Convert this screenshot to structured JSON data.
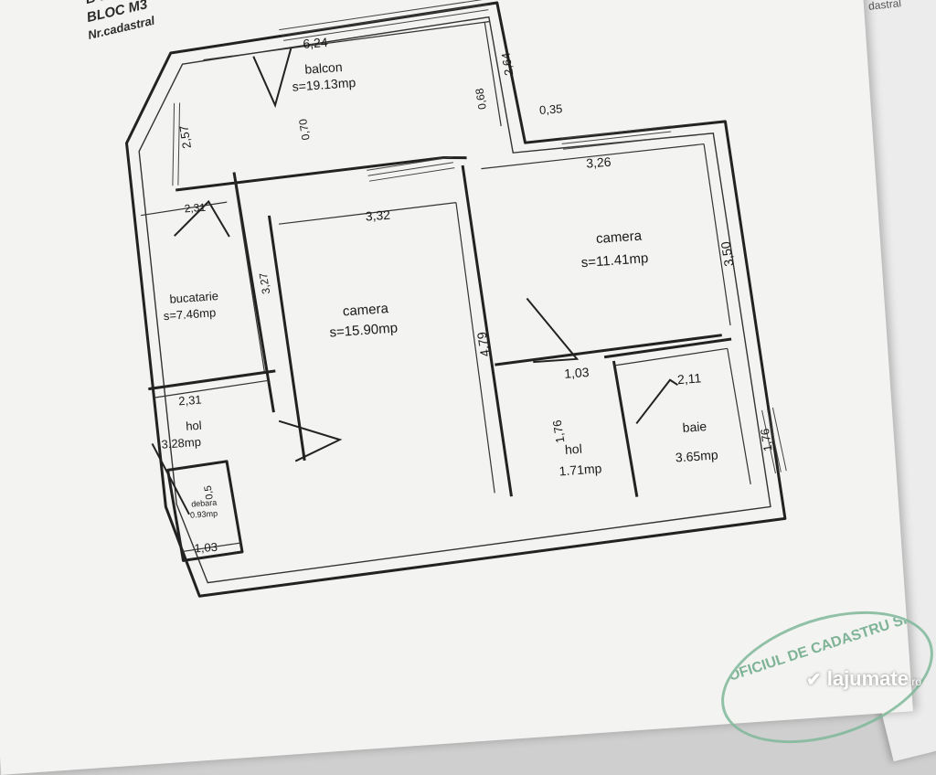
{
  "header": {
    "line1": "B-DU",
    "line2": "BLOC M3",
    "line3": "Nr.cadastral",
    "right_fragment": "dastral"
  },
  "rooms": {
    "balcon": {
      "name": "balcon",
      "area": "s=19.13mp"
    },
    "bucatarie": {
      "name": "bucatarie",
      "area": "s=7.46mp"
    },
    "camera_mare": {
      "name": "camera",
      "area": "s=15.90mp"
    },
    "camera_mica": {
      "name": "camera",
      "area": "s=11.41mp"
    },
    "hol_stanga": {
      "name": "hol",
      "area": "3.28mp"
    },
    "hol_dreapta": {
      "name": "hol",
      "area": "1.71mp"
    },
    "baie": {
      "name": "baie",
      "area": "3.65mp"
    },
    "debara": {
      "name": "debara",
      "area": "0.93mp"
    }
  },
  "dimensions": {
    "balcon_width": "6,24",
    "balcon_height_right": "2,64",
    "balcon_left": "2,57",
    "balcon_inner": "0,70",
    "balcon_step": "0,68",
    "balcon_offset": "0,35",
    "kitchen_width": "2,31",
    "kitchen_height": "3,27",
    "living_width": "3,32",
    "living_height": "4,79",
    "room_width": "3,26",
    "room_height": "3,50",
    "hall_left_width": "2,31",
    "storage_width": "1,03",
    "storage_height": "0,5",
    "hall_right_width": "1,03",
    "hall_right_height": "1,76",
    "bath_width": "2,11",
    "bath_height": "1,76"
  },
  "stamp": {
    "text": "OFICIUL DE CADASTRU SI"
  },
  "watermark": {
    "brand": "lajumate",
    "suffix": ".ro",
    "icon": "check-icon"
  }
}
